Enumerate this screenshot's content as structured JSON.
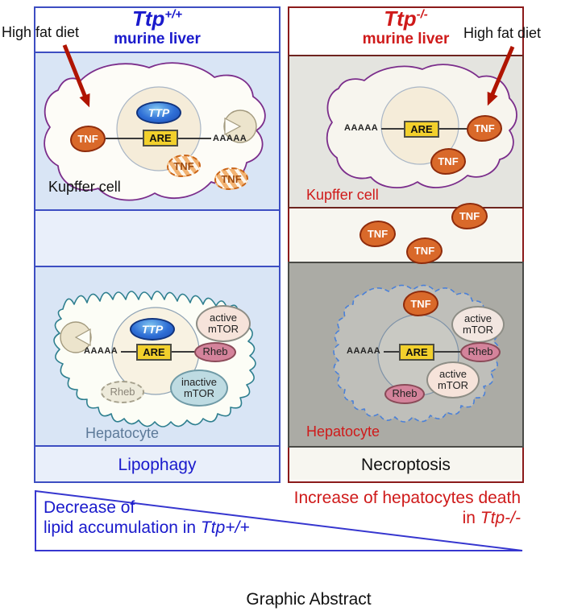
{
  "caption": "Graphic Abstract",
  "left": {
    "title_base": "Ttp",
    "title_sup": "+/+",
    "subtitle": "murine liver",
    "high_fat_diet": "High fat diet",
    "kupffer": {
      "label": "Kupffer cell",
      "ttp": "TTP",
      "are": "ARE",
      "poly_a": "AAAAA",
      "tnf_bound": "TNF",
      "tnf_degraded_1": "TNF",
      "tnf_degraded_2": "TNF"
    },
    "hepatocyte": {
      "label": "Hepatocyte",
      "ttp": "TTP",
      "are": "ARE",
      "poly_a": "AAAAA",
      "active_mtor": "active\nmTOR",
      "inactive_mtor": "inactive\nmTOR",
      "rheb_active": "Rheb",
      "rheb_inactive": "Rheb"
    },
    "outcome": "Lipophagy"
  },
  "right": {
    "title_base": "Ttp",
    "title_sup": "-/-",
    "subtitle": "murine liver",
    "high_fat_diet": "High fat diet",
    "kupffer": {
      "label": "Kupffer cell",
      "are": "ARE",
      "poly_a": "AAAAA",
      "tnf_1": "TNF",
      "tnf_2": "TNF"
    },
    "secreted_tnf": [
      "TNF",
      "TNF",
      "TNF"
    ],
    "hepatocyte": {
      "label": "Hepatocyte",
      "are": "ARE",
      "poly_a": "AAAAA",
      "tnf": "TNF",
      "active_mtor_1": "active\nmTOR",
      "active_mtor_2": "active\nmTOR",
      "rheb_1": "Rheb",
      "rheb_2": "Rheb"
    },
    "outcome": "Necroptosis"
  },
  "wedge": {
    "decrease_line1": "Decrease of",
    "decrease_line2_prefix": "lipid accumulation in ",
    "decrease_line2_gene": "Ttp+/+",
    "increase_line1": "Increase of hepatocytes death",
    "increase_line2_prefix": "in ",
    "increase_line2_gene": "Ttp-/-"
  },
  "icons": {
    "lysosome": "pac-man-shape",
    "high_fat_diet_arrow": "red-arrow"
  },
  "colors": {
    "blue_accent": "#1a1acc",
    "red_accent": "#cf1a1a",
    "tnf_orange": "#d9692a",
    "are_yellow": "#f2d02c",
    "kupffer_outline_purple": "#7b2d8b",
    "hepatocyte_outline_teal": "#2e7f8f",
    "necroptotic_outline_blue": "#4a80d8"
  }
}
